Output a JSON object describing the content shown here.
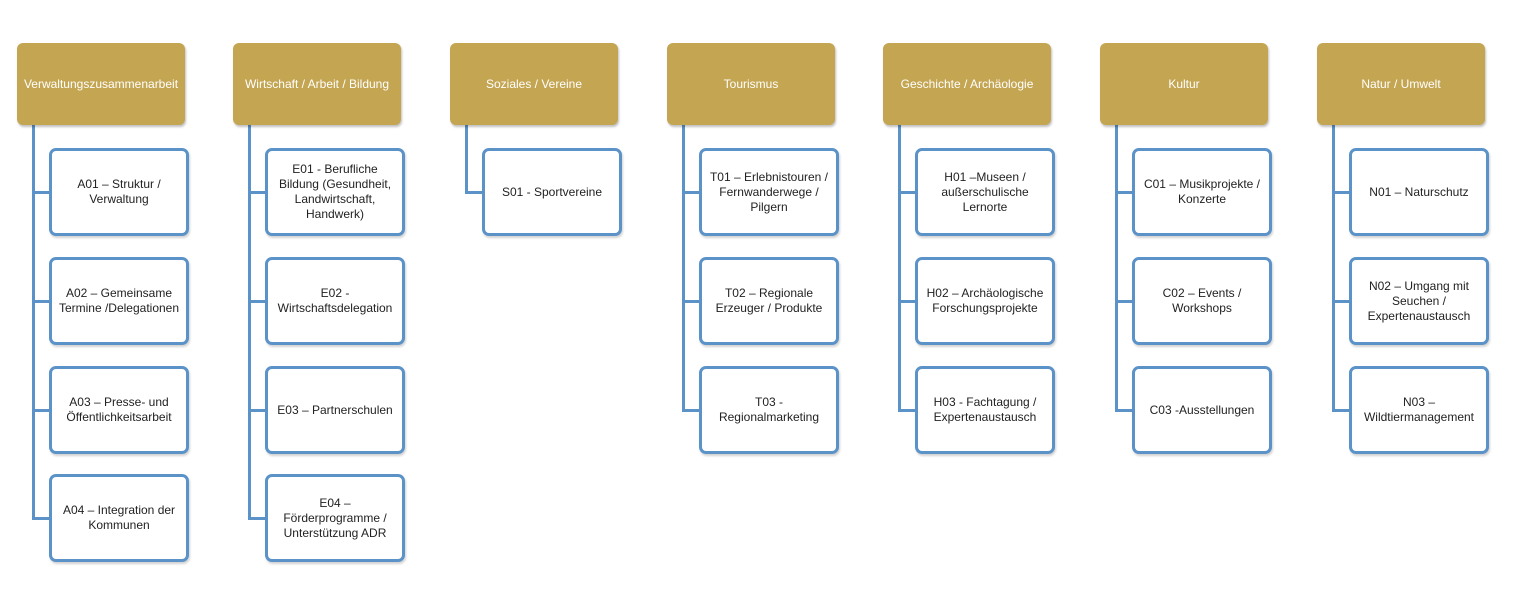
{
  "colors": {
    "header_fill": "#c4a552",
    "header_text": "#ffffff",
    "node_border": "#5b93c9",
    "connector": "#5b93c9"
  },
  "columns": [
    {
      "title": "Verwaltungszusammenarbeit",
      "items": [
        "A01 – Struktur / Verwaltung",
        "A02 – Gemeinsame Termine /Delegationen",
        "A03 – Presse- und Öffentlichkeitsarbeit",
        "A04 – Integration der Kommunen"
      ]
    },
    {
      "title": "Wirtschaft / Arbeit / Bildung",
      "items": [
        "E01 - Berufliche Bildung (Gesundheit, Landwirtschaft, Handwerk)",
        "E02 - Wirtschaftsdelegation",
        "E03 – Partnerschulen",
        "E04 – Förderprogramme / Unterstützung ADR"
      ]
    },
    {
      "title": "Soziales / Vereine",
      "items": [
        "S01 - Sportvereine"
      ]
    },
    {
      "title": "Tourismus",
      "items": [
        "T01 – Erlebnistouren / Fernwanderwege / Pilgern",
        "T02 – Regionale Erzeuger / Produkte",
        "T03 - Regionalmarketing"
      ]
    },
    {
      "title": "Geschichte / Archäologie",
      "items": [
        "H01 –Museen / außerschulische Lernorte",
        "H02 – Archäologische Forschungsprojekte",
        "H03 - Fachtagung / Expertenaustausch"
      ]
    },
    {
      "title": "Kultur",
      "items": [
        "C01 – Musikprojekte / Konzerte",
        "C02 – Events / Workshops",
        "C03 -Ausstellungen"
      ]
    },
    {
      "title": "Natur / Umwelt",
      "items": [
        "N01 – Naturschutz",
        "N02 – Umgang mit Seuchen / Expertenaustausch",
        "N03 – Wildtiermanagement"
      ]
    }
  ]
}
